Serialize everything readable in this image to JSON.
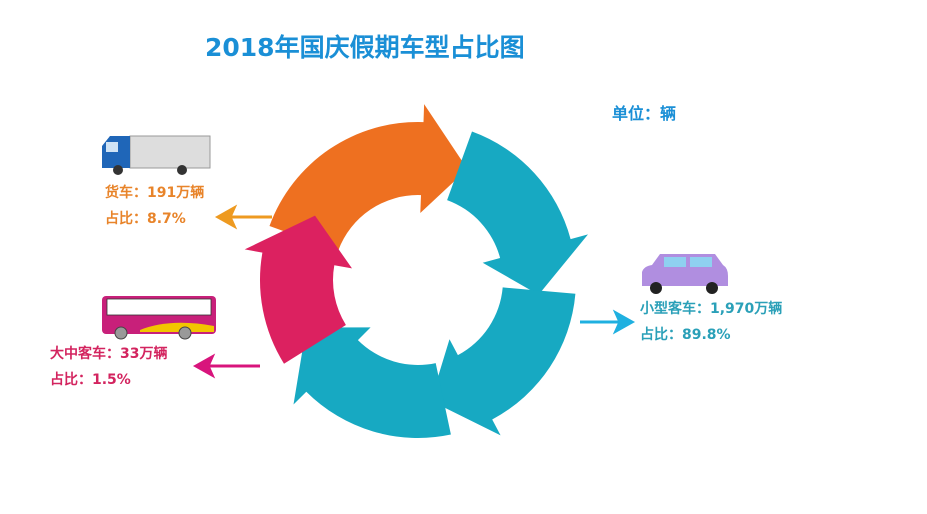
{
  "chart_data": {
    "type": "pie",
    "title": "2018年国庆假期车型占比图",
    "unit_label": "单位：辆",
    "categories": [
      "货车",
      "大中客车",
      "小型客车"
    ],
    "values_wan": [
      191,
      33,
      1970
    ],
    "percent": [
      8.7,
      1.5,
      89.8
    ],
    "labels": [
      {
        "name": "货车：191万辆",
        "share": "占比：8.7%",
        "color": "#e8842a"
      },
      {
        "name": "大中客车：33万辆",
        "share": "占比：1.5%",
        "color": "#d3245f"
      },
      {
        "name": "小型客车：1,970万辆",
        "share": "占比：89.8%",
        "color": "#2aa0b8"
      }
    ],
    "ring_colors": {
      "orange": "#ee7020",
      "teal": "#17a9c2",
      "pink": "#dc2160",
      "arrow_blue": "#1fb0e0"
    }
  }
}
